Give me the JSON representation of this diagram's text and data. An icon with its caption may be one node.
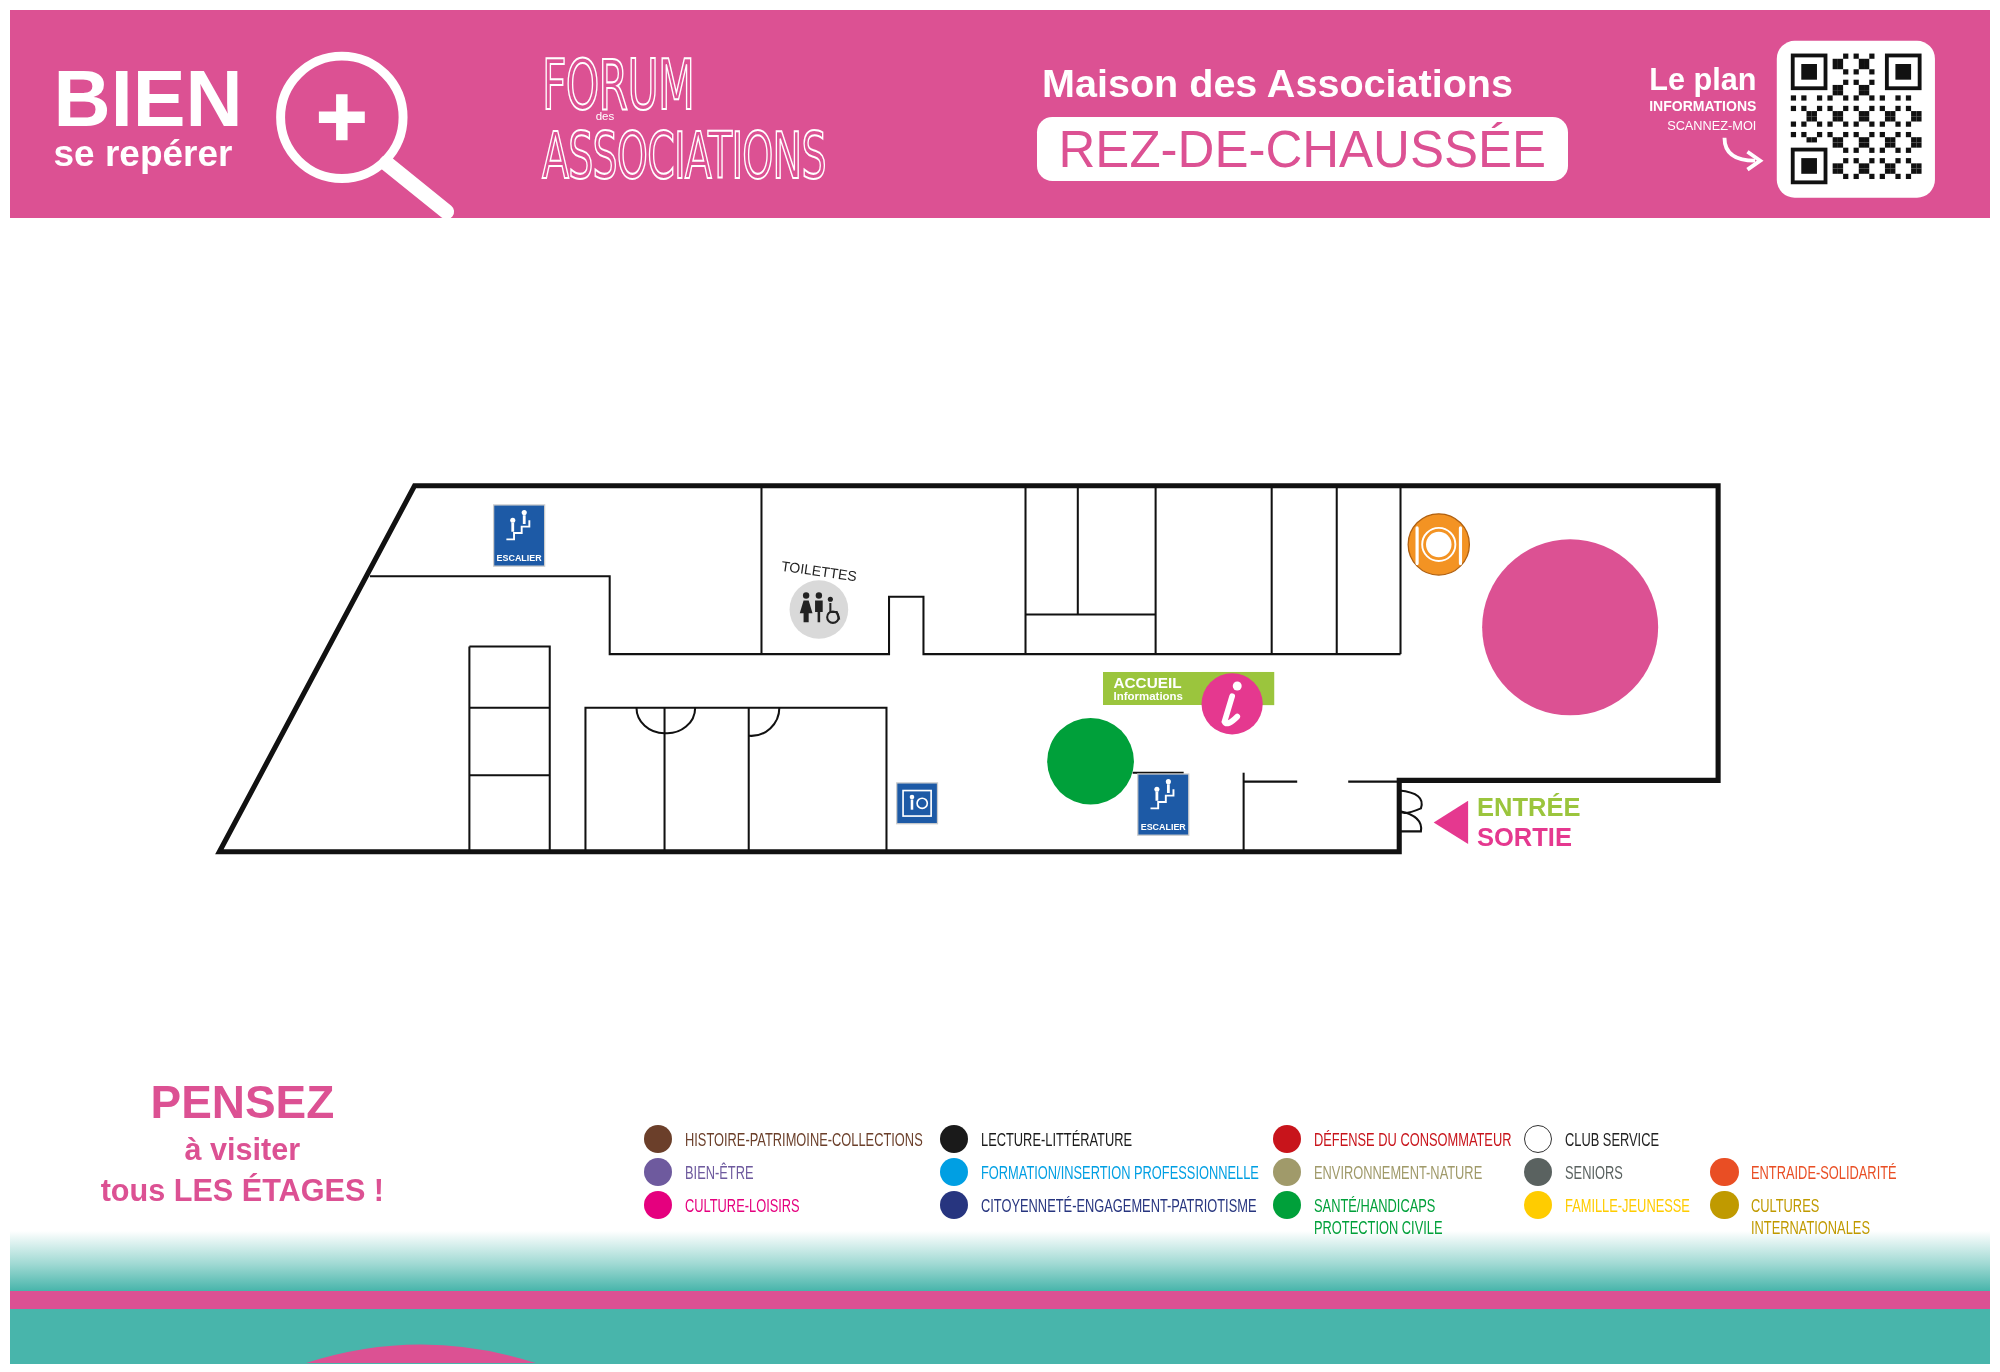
{
  "diagram": {
    "nodes": [
      {
        "text": [
          "REZ-DE-CHAUSSÉE"
        ]
      },
      {
        "text": [],
        "shape": "circle"
      },
      {
        "text": [
          "ACCUEIL",
          "Informations"
        ]
      },
      {
        "text": [],
        "shape": "circle"
      }
    ],
    "edges": [],
    "labels": [
      "BIEN",
      "se repérer",
      "FORUM",
      "des",
      "ASSOCIATIONS",
      "Maison des Associations",
      "Le plan",
      "INFORMATIONS",
      "SCANNEZ-MOI",
      "ESCALIER",
      "TOILETTES",
      "ESCALIER",
      "ENTRÉE",
      "SORTIE",
      "PENSEZ",
      "à visiter",
      "tous LES ÉTAGES !"
    ],
    "legend": [
      {
        "text": "HISTOIRE-PATRIMOINE-COLLECTIONS",
        "color": "#6b3f2a"
      },
      {
        "text": "BIEN-ÊTRE",
        "color": "#6e5a9e"
      },
      {
        "text": "CULTURE-LOISIRS",
        "color": "#e5007e"
      },
      {
        "text": "LECTURE-LITTÉRATURE",
        "color": "#1a1a1a"
      },
      {
        "text": "FORMATION/INSERTION PROFESSIONNELLE",
        "color": "#009fe3"
      },
      {
        "text": "CITOYENNETÉ-ENGAGEMENT-PATRIOTISME",
        "color": "#27357f"
      },
      {
        "text": "DÉFENSE DU CONSOMMATEUR",
        "color": "#c8141b"
      },
      {
        "text": "ENVIRONNEMENT-NATURE",
        "color": "#a09a6a"
      },
      {
        "text": "SANTÉ/HANDICAPS PROTECTION CIVILE",
        "color": "#00a03a"
      },
      {
        "text": "CLUB SERVICE",
        "color": "#ffffff"
      },
      {
        "text": "SENIORS",
        "color": "#5a6260"
      },
      {
        "text": "FAMILLE-JEUNESSE",
        "color": "#ffcc00"
      },
      {
        "text": "ENTRAIDE-SOLIDARITÉ",
        "color": "#e94e24"
      },
      {
        "text": "CULTURES INTERNATIONALES",
        "color": "#c09a00"
      }
    ]
  }
}
